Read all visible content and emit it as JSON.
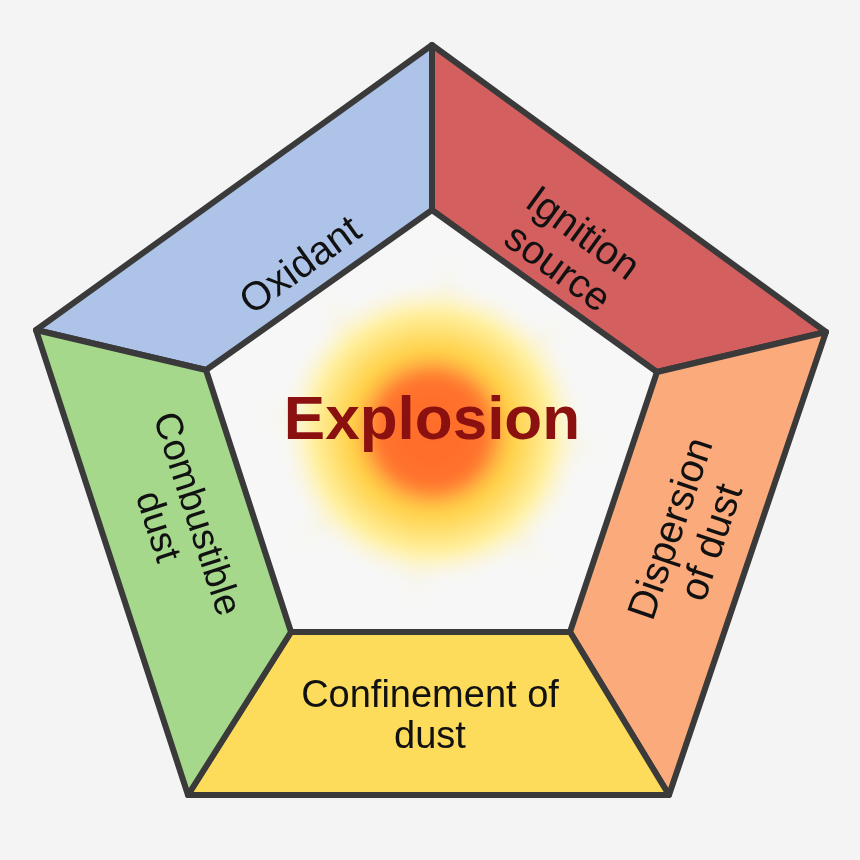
{
  "diagram": {
    "nodes": [
      {
        "text": [
          "Oxidant"
        ]
      },
      {
        "text": [
          "Ignition source"
        ]
      },
      {
        "text": [
          "Dispersion of dust"
        ]
      },
      {
        "text": [
          "Confinement of dust"
        ]
      },
      {
        "text": [
          "Combustible dust"
        ]
      },
      {
        "text": [
          "Explosion"
        ]
      }
    ]
  }
}
